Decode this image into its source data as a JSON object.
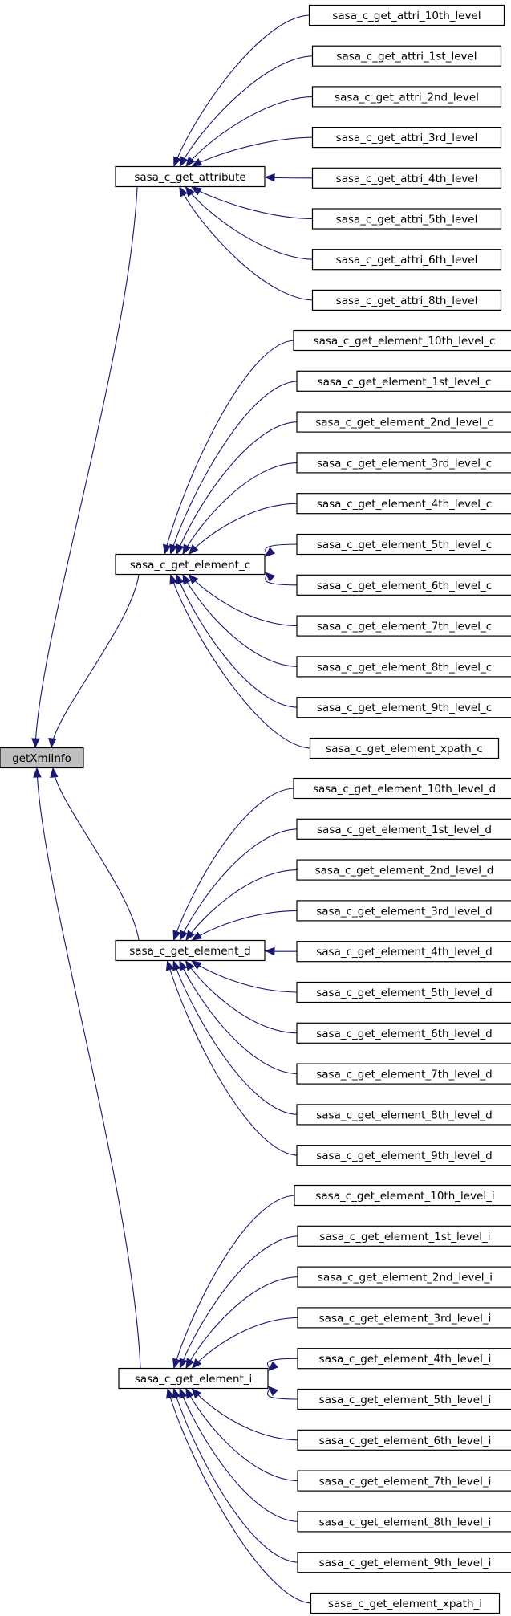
{
  "graph": {
    "root": "getXmlInfo",
    "groups": [
      {
        "name": "sasa_c_get_attribute",
        "callers": [
          "sasa_c_get_attri_10th_level",
          "sasa_c_get_attri_1st_level",
          "sasa_c_get_attri_2nd_level",
          "sasa_c_get_attri_3rd_level",
          "sasa_c_get_attri_4th_level",
          "sasa_c_get_attri_5th_level",
          "sasa_c_get_attri_6th_level",
          "sasa_c_get_attri_8th_level"
        ]
      },
      {
        "name": "sasa_c_get_element_c",
        "callers": [
          "sasa_c_get_element_10th_level_c",
          "sasa_c_get_element_1st_level_c",
          "sasa_c_get_element_2nd_level_c",
          "sasa_c_get_element_3rd_level_c",
          "sasa_c_get_element_4th_level_c",
          "sasa_c_get_element_5th_level_c",
          "sasa_c_get_element_6th_level_c",
          "sasa_c_get_element_7th_level_c",
          "sasa_c_get_element_8th_level_c",
          "sasa_c_get_element_9th_level_c",
          "sasa_c_get_element_xpath_c"
        ]
      },
      {
        "name": "sasa_c_get_element_d",
        "callers": [
          "sasa_c_get_element_10th_level_d",
          "sasa_c_get_element_1st_level_d",
          "sasa_c_get_element_2nd_level_d",
          "sasa_c_get_element_3rd_level_d",
          "sasa_c_get_element_4th_level_d",
          "sasa_c_get_element_5th_level_d",
          "sasa_c_get_element_6th_level_d",
          "sasa_c_get_element_7th_level_d",
          "sasa_c_get_element_8th_level_d",
          "sasa_c_get_element_9th_level_d"
        ]
      },
      {
        "name": "sasa_c_get_element_i",
        "callers": [
          "sasa_c_get_element_10th_level_i",
          "sasa_c_get_element_1st_level_i",
          "sasa_c_get_element_2nd_level_i",
          "sasa_c_get_element_3rd_level_i",
          "sasa_c_get_element_4th_level_i",
          "sasa_c_get_element_5th_level_i",
          "sasa_c_get_element_6th_level_i",
          "sasa_c_get_element_7th_level_i",
          "sasa_c_get_element_8th_level_i",
          "sasa_c_get_element_9th_level_i",
          "sasa_c_get_element_xpath_i"
        ]
      }
    ],
    "colors": {
      "edge": "#191970",
      "root_fill": "#bfbfbf",
      "node_fill": "#ffffff",
      "node_border": "#000000"
    }
  }
}
